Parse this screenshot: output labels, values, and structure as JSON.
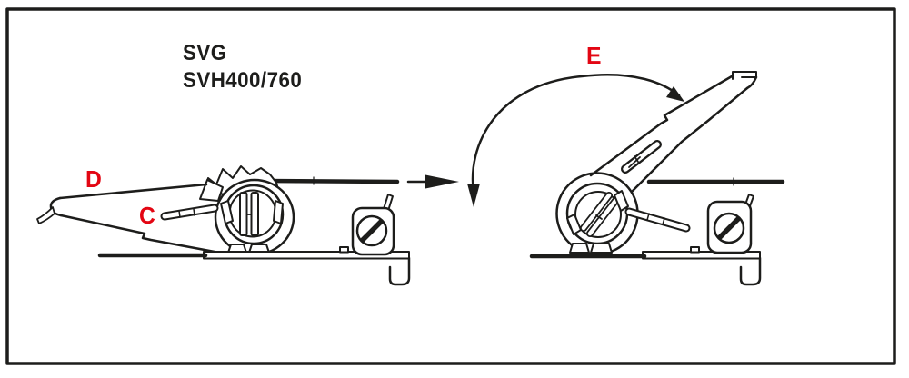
{
  "title": {
    "line1": "SVG",
    "line2": "SVH400/760"
  },
  "labels": {
    "d": "D",
    "c": "C",
    "e": "E"
  },
  "icons": {
    "transition_arrow": "right-arrow-icon",
    "rotation_arc": "curved-rotation-double-arrow-icon"
  },
  "colors": {
    "line": "#1d1d1b",
    "accent_red": "#e30613",
    "background": "#ffffff"
  }
}
